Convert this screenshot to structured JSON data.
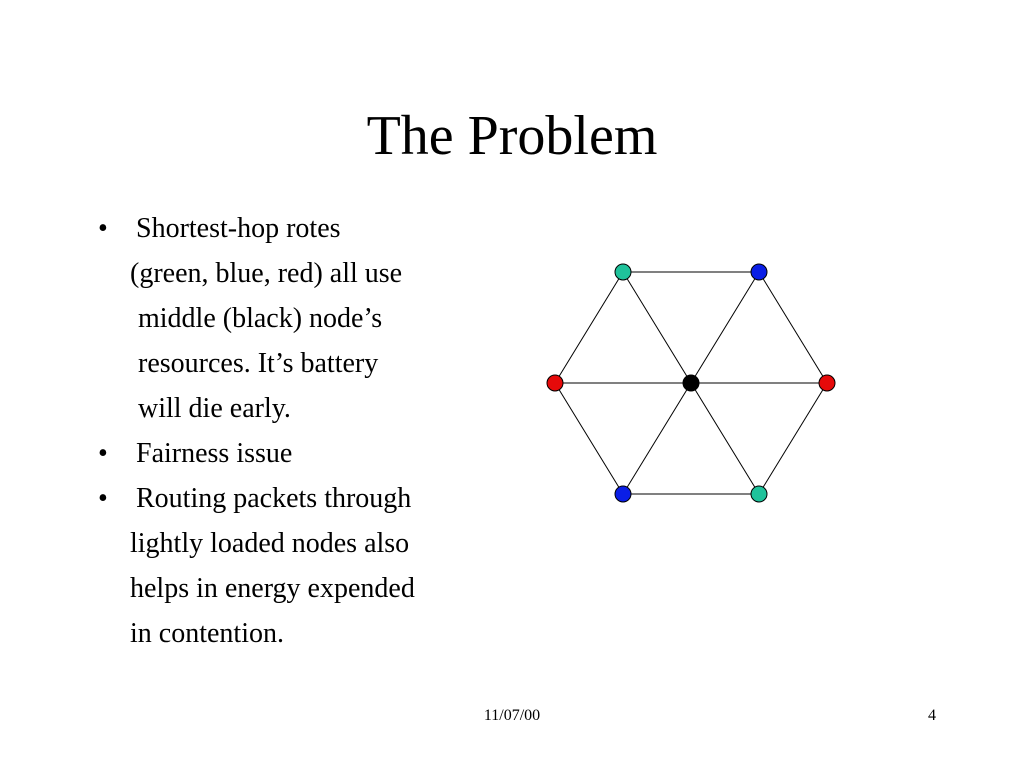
{
  "slide": {
    "title": "The Problem",
    "bullets": [
      {
        "lines": [
          "Shortest-hop rotes",
          "(green, blue, red) all use",
          "middle (black) node’s",
          "resources. It’s battery",
          "will die early."
        ]
      },
      {
        "lines": [
          "Fairness issue"
        ]
      },
      {
        "lines": [
          "Routing packets through",
          "lightly loaded nodes also",
          "helps in energy expended",
          "in contention."
        ]
      }
    ],
    "bullet_symbol": "•",
    "footer": {
      "date": "11/07/00",
      "page_number": "4"
    }
  },
  "graph": {
    "colors": {
      "green": "#1fc29b",
      "blue": "#0a1ee6",
      "red": "#e60a0a",
      "black": "#000000"
    },
    "nodes": [
      {
        "id": "top-left",
        "color": "green"
      },
      {
        "id": "top-right",
        "color": "blue"
      },
      {
        "id": "left",
        "color": "red"
      },
      {
        "id": "center",
        "color": "black"
      },
      {
        "id": "right",
        "color": "red"
      },
      {
        "id": "bottom-left",
        "color": "blue"
      },
      {
        "id": "bottom-right",
        "color": "green"
      }
    ]
  }
}
